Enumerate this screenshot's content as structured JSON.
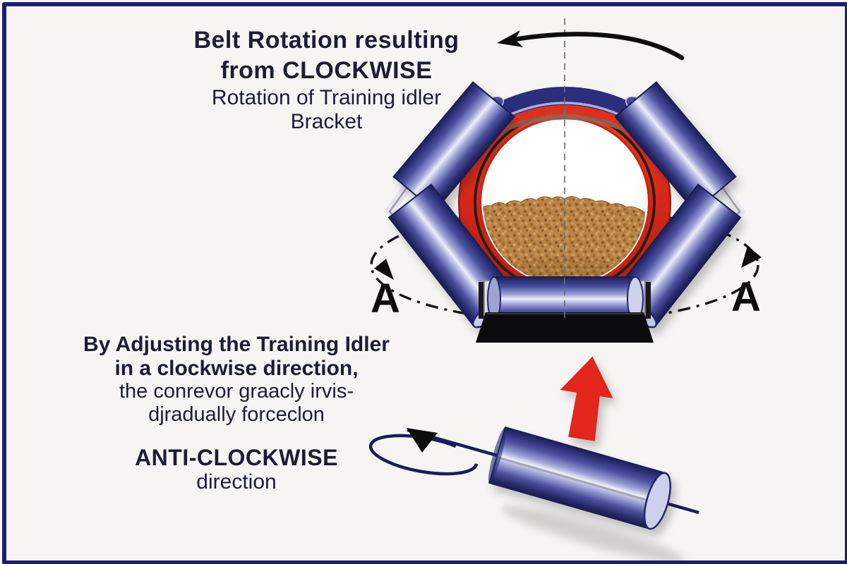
{
  "title": {
    "lines": [
      "Belt Rotation resulting",
      "from CLOCKWISE",
      "Rotation of Training idler",
      "Bracket"
    ]
  },
  "left_note": {
    "lines": [
      "By Adjusting the Training Idler",
      "in a clockwise direction,",
      "the conrevor graacly irvis-",
      "djradually forceclon"
    ]
  },
  "anticlockwise_note": {
    "line1": "ANTI-CLOCKWISE",
    "line2": "direction"
  },
  "section": {
    "left_label": "A",
    "right_label": "A"
  },
  "icons": {
    "top_arrow": "curved-arrow-left",
    "left_section_arrow": "arrow-down-right",
    "right_section_arrow": "arrow-down-left",
    "rotation_loop": "anticlockwise-loop-arrow",
    "lift_arrow": "up-arrow-red"
  },
  "colors": {
    "background": "#f6f5f3",
    "border": "#1d1d6e",
    "text": "#1c1c35",
    "roller_dark": "#23266e",
    "roller_light": "#eceef8",
    "belt_red": "#d8291a",
    "belt_band_navy": "#2b2e7c",
    "grain": "#bb8448",
    "arrow_red": "#e3261b",
    "arrow_black": "#0d0d0d",
    "bracket_black": "#0c0c0e"
  }
}
